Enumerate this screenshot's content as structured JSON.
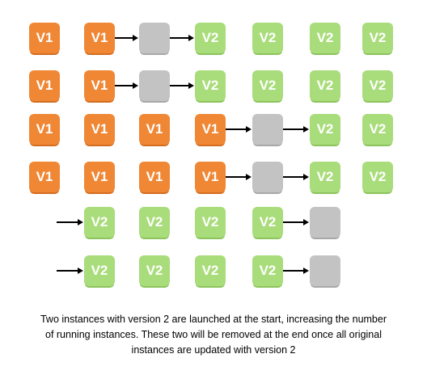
{
  "diagram": {
    "rows": [
      [
        {
          "kind": "v1",
          "label": "V1"
        },
        {
          "kind": "v1",
          "label": "V1"
        },
        {
          "kind": "arrow"
        },
        {
          "kind": "gray",
          "label": ""
        },
        {
          "kind": "arrow"
        },
        {
          "kind": "v2",
          "label": "V2"
        },
        {
          "kind": "v2",
          "label": "V2"
        },
        {
          "kind": "v2",
          "label": "V2"
        },
        {
          "kind": "v2",
          "label": "V2"
        }
      ],
      [
        {
          "kind": "v1",
          "label": "V1"
        },
        {
          "kind": "v1",
          "label": "V1"
        },
        {
          "kind": "arrow"
        },
        {
          "kind": "gray",
          "label": ""
        },
        {
          "kind": "arrow"
        },
        {
          "kind": "v2",
          "label": "V2"
        },
        {
          "kind": "v2",
          "label": "V2"
        },
        {
          "kind": "v2",
          "label": "V2"
        },
        {
          "kind": "v2",
          "label": "V2"
        }
      ],
      [
        {
          "kind": "v1",
          "label": "V1"
        },
        {
          "kind": "v1",
          "label": "V1"
        },
        {
          "kind": "v1",
          "label": "V1"
        },
        {
          "kind": "v1",
          "label": "V1"
        },
        {
          "kind": "arrow"
        },
        {
          "kind": "gray",
          "label": ""
        },
        {
          "kind": "arrow"
        },
        {
          "kind": "v2",
          "label": "V2"
        },
        {
          "kind": "v2",
          "label": "V2"
        }
      ],
      [
        {
          "kind": "v1",
          "label": "V1"
        },
        {
          "kind": "v1",
          "label": "V1"
        },
        {
          "kind": "v1",
          "label": "V1"
        },
        {
          "kind": "v1",
          "label": "V1"
        },
        {
          "kind": "arrow"
        },
        {
          "kind": "gray",
          "label": ""
        },
        {
          "kind": "arrow"
        },
        {
          "kind": "v2",
          "label": "V2"
        },
        {
          "kind": "v2",
          "label": "V2"
        }
      ],
      [
        {
          "kind": "arrow"
        },
        {
          "kind": "v2",
          "label": "V2"
        },
        {
          "kind": "v2",
          "label": "V2"
        },
        {
          "kind": "v2",
          "label": "V2"
        },
        {
          "kind": "v2",
          "label": "V2"
        },
        {
          "kind": "arrow"
        },
        {
          "kind": "gray",
          "label": ""
        }
      ],
      [
        {
          "kind": "arrow"
        },
        {
          "kind": "v2",
          "label": "V2"
        },
        {
          "kind": "v2",
          "label": "V2"
        },
        {
          "kind": "v2",
          "label": "V2"
        },
        {
          "kind": "v2",
          "label": "V2"
        },
        {
          "kind": "arrow"
        },
        {
          "kind": "gray",
          "label": ""
        }
      ]
    ],
    "colors": {
      "v1": "#f08735",
      "v2": "#a9dc7a",
      "gray": "#c3c3c3",
      "arrow": "#000000"
    }
  },
  "caption": {
    "lines": [
      "Two instances with version 2 are launched at the start, increasing the number",
      "of running instances. These two will be removed at the end once all original",
      "instances are updated with version 2"
    ]
  }
}
